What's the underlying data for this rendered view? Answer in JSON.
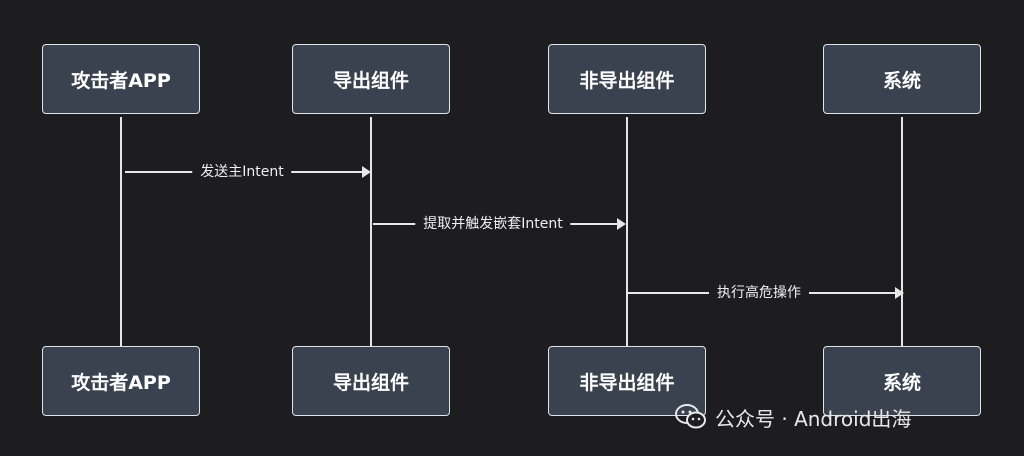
{
  "participants": [
    {
      "id": "attacker",
      "label": "攻击者APP"
    },
    {
      "id": "exported",
      "label": "导出组件"
    },
    {
      "id": "non_exported",
      "label": "非导出组件"
    },
    {
      "id": "system",
      "label": "系统"
    }
  ],
  "messages": [
    {
      "label": "发送主Intent",
      "from": 0,
      "to": 1
    },
    {
      "label": "提取并触发嵌套Intent",
      "from": 1,
      "to": 2
    },
    {
      "label": "执行高危操作",
      "from": 2,
      "to": 3
    }
  ],
  "watermark": {
    "text": "公众号 · Android出海",
    "icon": "wechat-icon"
  },
  "colors": {
    "background": "#1d1d1f",
    "box": "#3a4250",
    "box_border": "#dfe3ea",
    "line": "#e8e8e8"
  }
}
